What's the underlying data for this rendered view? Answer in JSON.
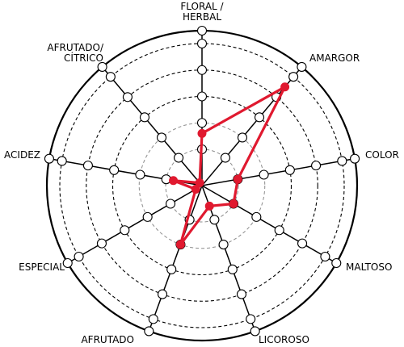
{
  "chart_data": {
    "type": "radar",
    "title": "",
    "levels": 5,
    "range": [
      0,
      5
    ],
    "axes": [
      {
        "lines": [
          "FLORAL /",
          "HERBAL"
        ]
      },
      {
        "lines": [
          "AMARGOR"
        ]
      },
      {
        "lines": [
          "COLOR"
        ]
      },
      {
        "lines": [
          "MALTOSO"
        ]
      },
      {
        "lines": [
          "LICOROSO"
        ]
      },
      {
        "lines": [
          "AFRUTADO"
        ]
      },
      {
        "lines": [
          "ESPECIAL"
        ]
      },
      {
        "lines": [
          "ACIDEZ"
        ]
      },
      {
        "lines": [
          "AFRUTADO/",
          "CÍTRICO"
        ]
      }
    ],
    "series": [
      {
        "values": [
          1.6,
          4.5,
          1.0,
          1.0,
          0.6,
          2.0,
          0.2,
          0.8,
          0.1
        ],
        "color": "#e0192f"
      }
    ],
    "grid": true,
    "colors": {
      "axis": "#000000",
      "grid_outer": "#000000",
      "grid_inner": "#8c8c8c",
      "node_fill": "#ffffff",
      "series": "#e0192f"
    }
  }
}
